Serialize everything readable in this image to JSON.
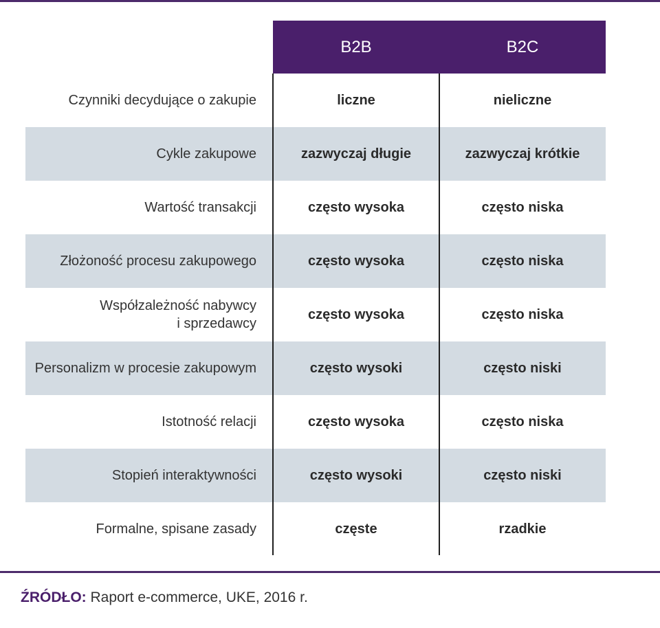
{
  "header": {
    "col1": "B2B",
    "col2": "B2C"
  },
  "rows": [
    {
      "label": "Czynniki decydujące o zakupie",
      "b2b": "liczne",
      "b2c": "nieliczne"
    },
    {
      "label": "Cykle zakupowe",
      "b2b": "zazwyczaj długie",
      "b2c": "zazwyczaj krótkie"
    },
    {
      "label": "Wartość transakcji",
      "b2b": "często wysoka",
      "b2c": "często niska"
    },
    {
      "label": "Złożoność procesu zakupowego",
      "b2b": "często wysoka",
      "b2c": "często niska"
    },
    {
      "label": "Współzależność nabywcy i sprzedawcy",
      "label_line1": "Współzależność nabywcy",
      "label_line2": "i sprzedawcy",
      "b2b": "często wysoka",
      "b2c": "często niska"
    },
    {
      "label": "Personalizm w procesie zakupowym",
      "b2b": "często wysoki",
      "b2c": "często niski"
    },
    {
      "label": "Istotność relacji",
      "b2b": "często wysoka",
      "b2c": "często niska"
    },
    {
      "label": "Stopień interaktywności",
      "b2b": "często wysoki",
      "b2c": "często niski"
    },
    {
      "label": "Formalne, spisane zasady",
      "b2b": "częste",
      "b2c": "rzadkie"
    }
  ],
  "source": {
    "label": "ŹRÓDŁO:",
    "text": " Raport e-commerce, UKE, 2016 r."
  },
  "colors": {
    "accent": "#4a1f6b",
    "shade": "#d3dbe2"
  }
}
